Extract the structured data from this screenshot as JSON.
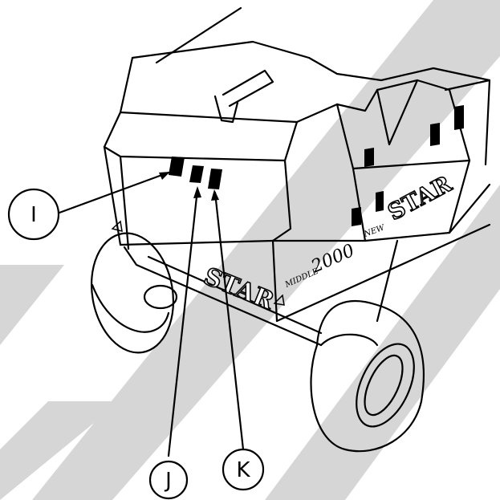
{
  "callouts": {
    "i": "I",
    "j": "J",
    "k": "K"
  },
  "machine_text": {
    "rear_brand": "STAR",
    "side_brand": "STAR",
    "side_new": "NEW",
    "side_model_prefix": "MIDDLE",
    "side_model_number": "2000"
  },
  "colors": {
    "ink": "#000000",
    "watermark": "#d6d6d6",
    "background": "#ffffff"
  }
}
